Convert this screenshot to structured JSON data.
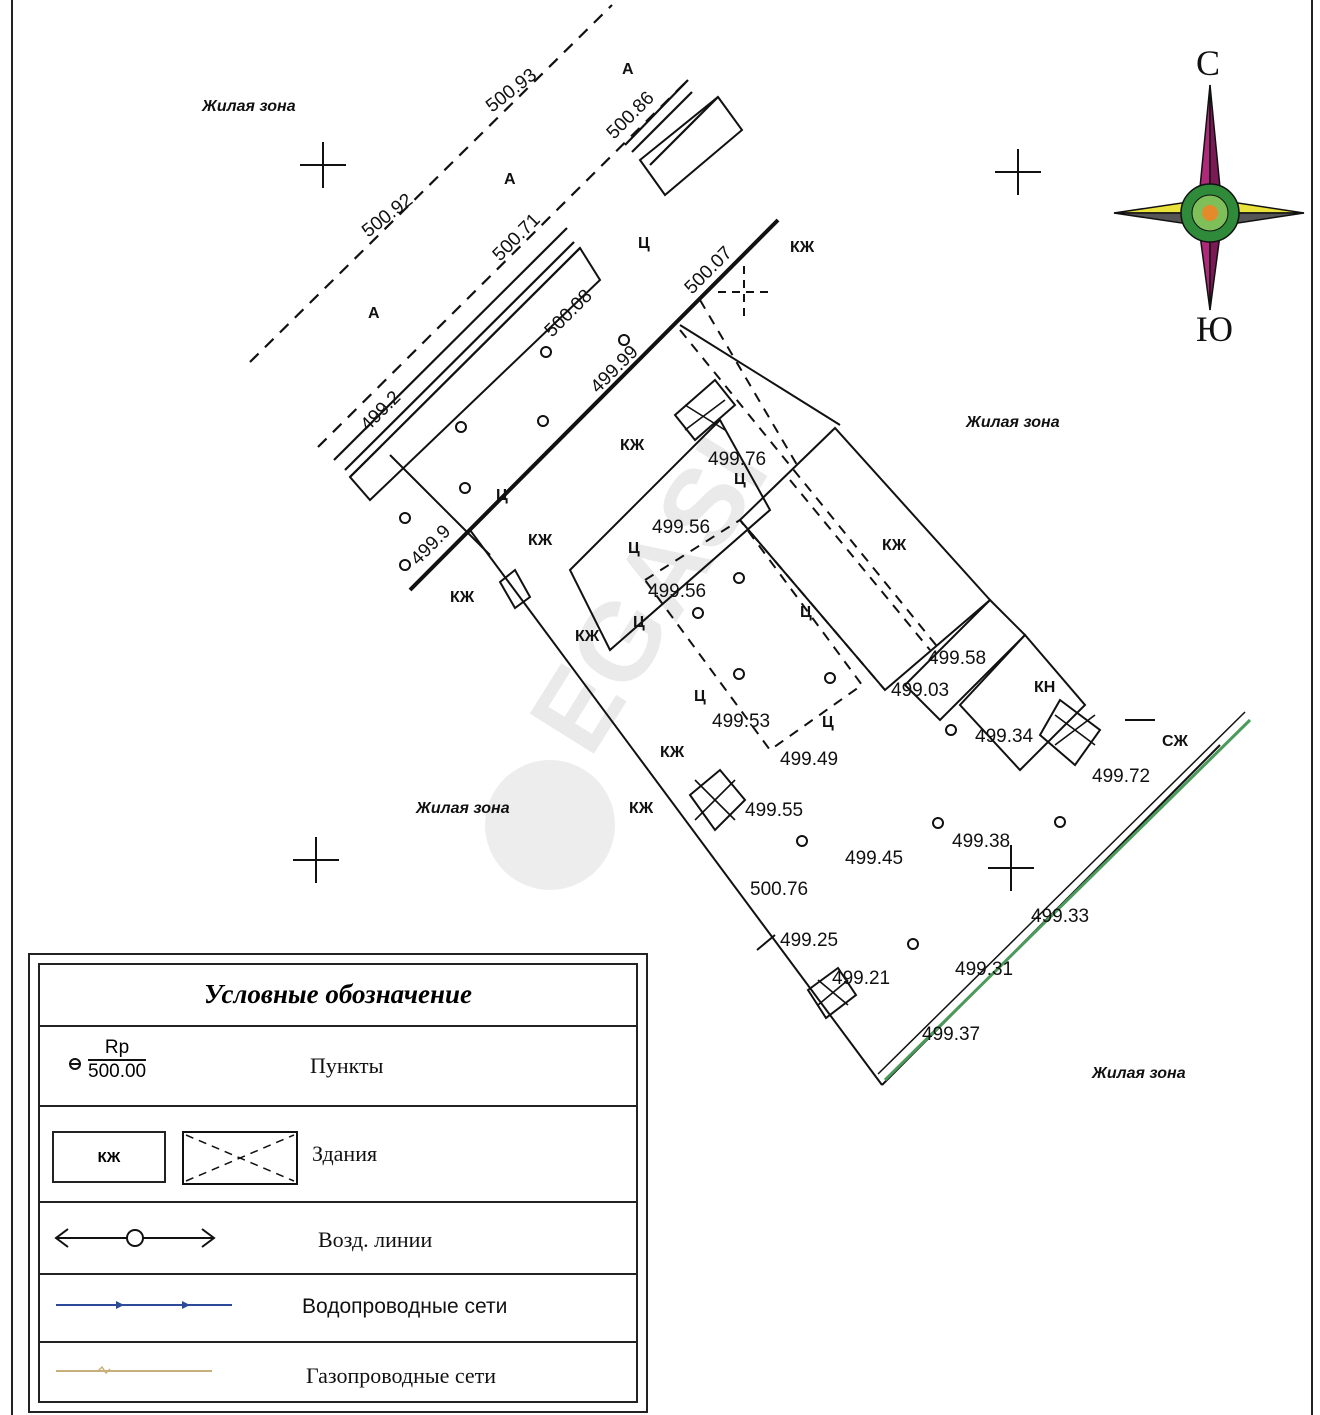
{
  "zones": {
    "z1": "Жилая зона",
    "z2": "Жилая зона",
    "z3": "Жилая зона",
    "z4": "Жилая зона"
  },
  "compass": {
    "north": "С",
    "south": "Ю"
  },
  "watermark": "EGASI",
  "codes": {
    "a": "А",
    "ts": "Ц",
    "kzh": "КЖ",
    "kn": "КН",
    "szh": "СЖ"
  },
  "elevations": {
    "e1": "500.93",
    "e2": "500.86",
    "e3": "500.92",
    "e4": "500.71",
    "e5": "500.07",
    "e6": "500.08",
    "e7": "499.99",
    "e8": "499.2",
    "e9": "499.9",
    "e10": "499.76",
    "e11": "499.56",
    "e12": "499.56",
    "e13": "499.58",
    "e14": "499.03",
    "e15": "499.53",
    "e16": "499.49",
    "e17": "499.34",
    "e18": "499.72",
    "e19": "499.55",
    "e20": "499.45",
    "e21": "499.38",
    "e22": "500.76",
    "e23": "499.33",
    "e24": "499.25",
    "e25": "499.21",
    "e26": "499.31",
    "e27": "499.37"
  },
  "legend": {
    "title": "Условные обозначение",
    "point_num": "Rp",
    "point_den": "500.00",
    "points": "Пункты",
    "bld_code": "КЖ",
    "buildings": "Здания",
    "air_lines": "Возд. линии",
    "water": "Водопроводные сети",
    "gas": "Газопроводные сети"
  },
  "colors": {
    "line": "#111111",
    "compass_magenta": "#b0287a",
    "compass_yellow": "#e8e23a",
    "compass_green": "#2f8a3a",
    "compass_orange": "#e58a2a",
    "water": "#2b4a9a",
    "gas": "#c8b07a",
    "gas_green": "#4a9a5a"
  }
}
